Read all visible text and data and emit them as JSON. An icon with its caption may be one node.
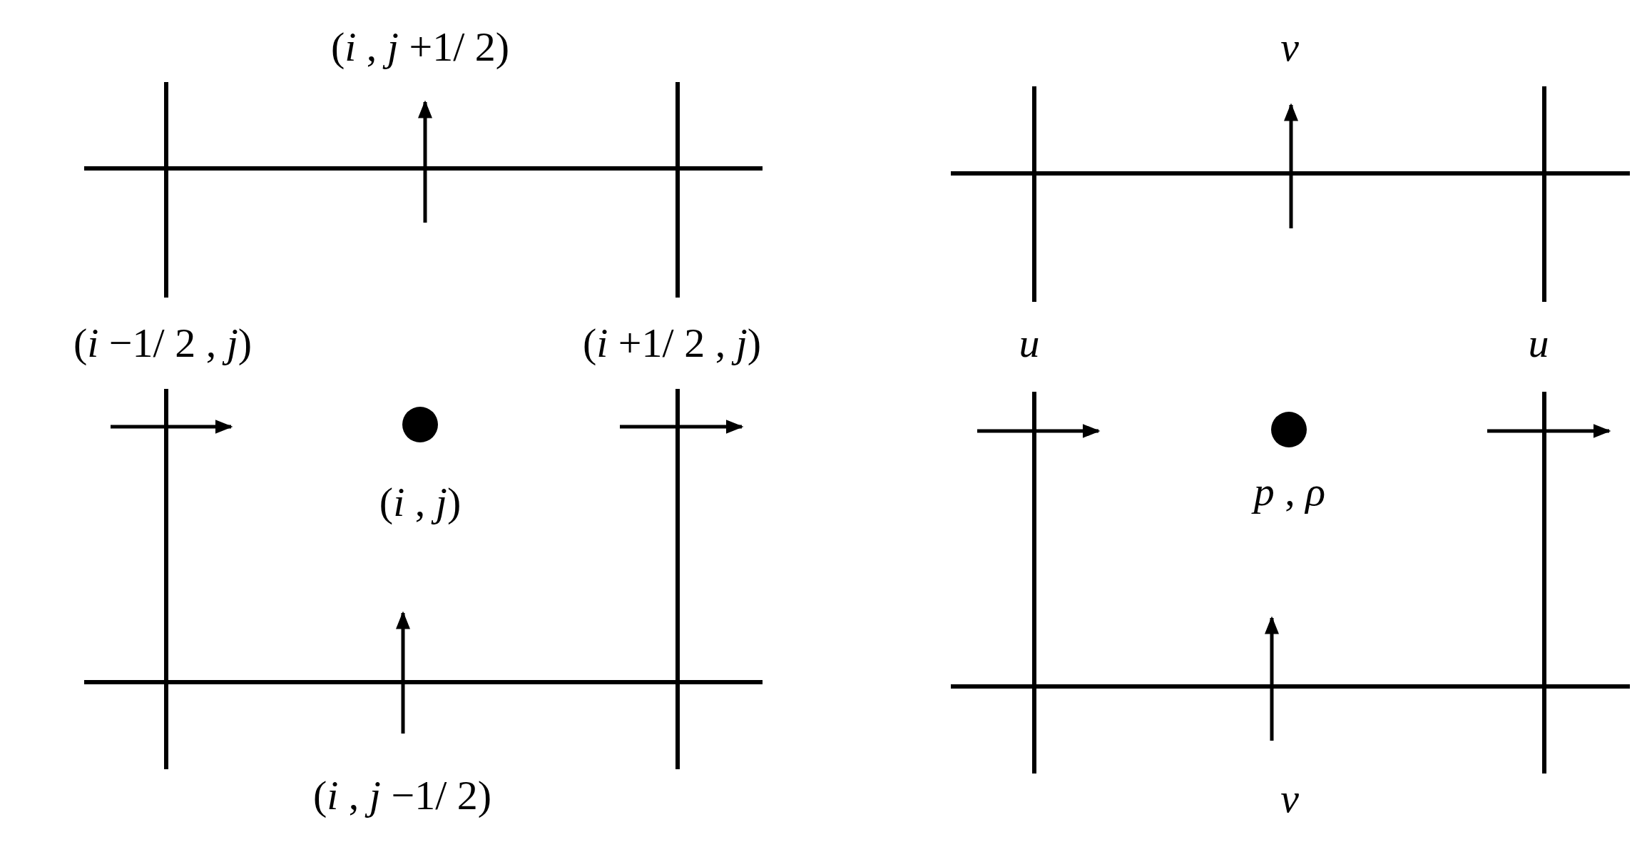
{
  "diagram": {
    "labels": [
      "(*i* , *j* +1/ 2)",
      "(*i* −1/ 2 , *j*)",
      "(*i* +1/ 2 , *j*)",
      "(*i* , *j*)",
      "(*i* , *j* −1/ 2)",
      "v",
      "u",
      "u",
      "*p* , *ρ*",
      "v"
    ]
  }
}
